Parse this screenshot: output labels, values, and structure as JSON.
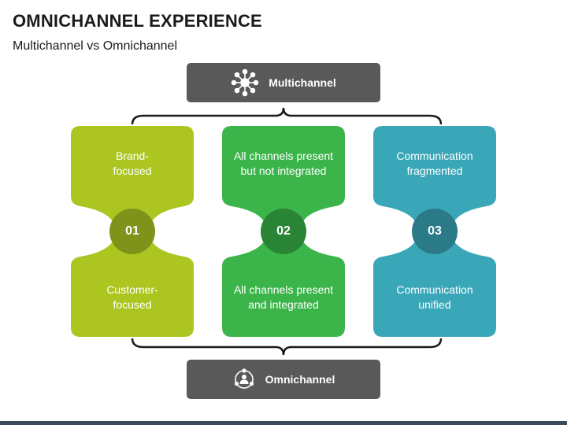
{
  "header": {
    "title": "OMNICHANNEL EXPERIENCE",
    "subtitle": "Multichannel vs Omnichannel"
  },
  "top_banner": {
    "label": "Multichannel",
    "icon": "network-hub-icon"
  },
  "bottom_banner": {
    "label": "Omnichannel",
    "icon": "connected-person-icon"
  },
  "columns": [
    {
      "number": "01",
      "top_text": "Brand-\nfocused",
      "bottom_text": "Customer-\nfocused",
      "color": "#adc521",
      "circle_color": "#7f931a"
    },
    {
      "number": "02",
      "top_text": "All channels present\nbut not integrated",
      "bottom_text": "All channels present\nand integrated",
      "color": "#3bb54a",
      "circle_color": "#2a8436"
    },
    {
      "number": "03",
      "top_text": "Communication\nfragmented",
      "bottom_text": "Communication\nunified",
      "color": "#3aa7b9",
      "circle_color": "#2a7a88"
    }
  ],
  "colors": {
    "banner": "#595959",
    "bracket": "#1a1a1a"
  }
}
